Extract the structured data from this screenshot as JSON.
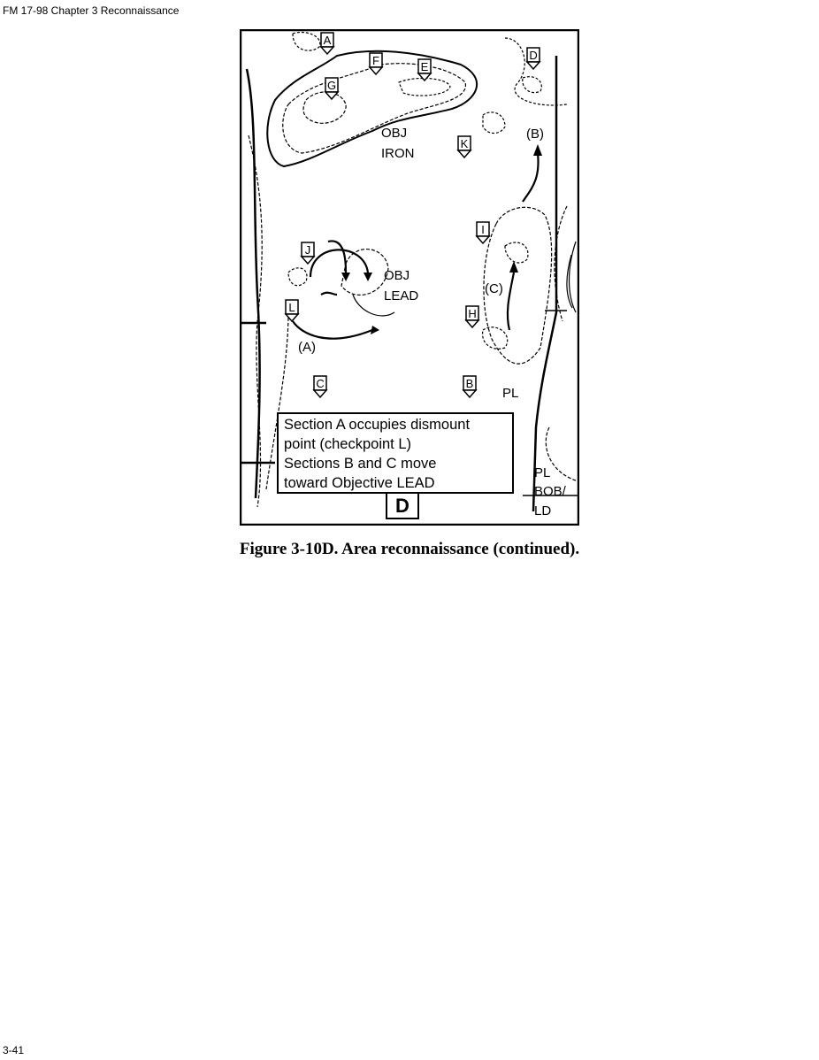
{
  "header": "FM 17-98 Chapter 3 Reconnaissance",
  "page_number": "3-41",
  "caption": "Figure 3-10D. Area reconnaissance (continued).",
  "map": {
    "checkpoints": [
      "A",
      "F",
      "E",
      "G",
      "D",
      "K",
      "I",
      "J",
      "L",
      "H",
      "C",
      "B"
    ],
    "labels": {
      "obj_iron_1": "OBJ",
      "obj_iron_2": "IRON",
      "obj_lead_1": "OBJ",
      "obj_lead_2": "LEAD",
      "section_a": "(A)",
      "section_b": "(B)",
      "section_c": "(C)",
      "pl_1": "PL",
      "pl_2": "PL",
      "bob": "BOB/",
      "ld": "LD"
    },
    "note_lines": [
      "Section A occupies dismount",
      "point (checkpoint L)",
      "Sections B and C move",
      "toward Objective LEAD"
    ],
    "panel_letter": "D"
  }
}
